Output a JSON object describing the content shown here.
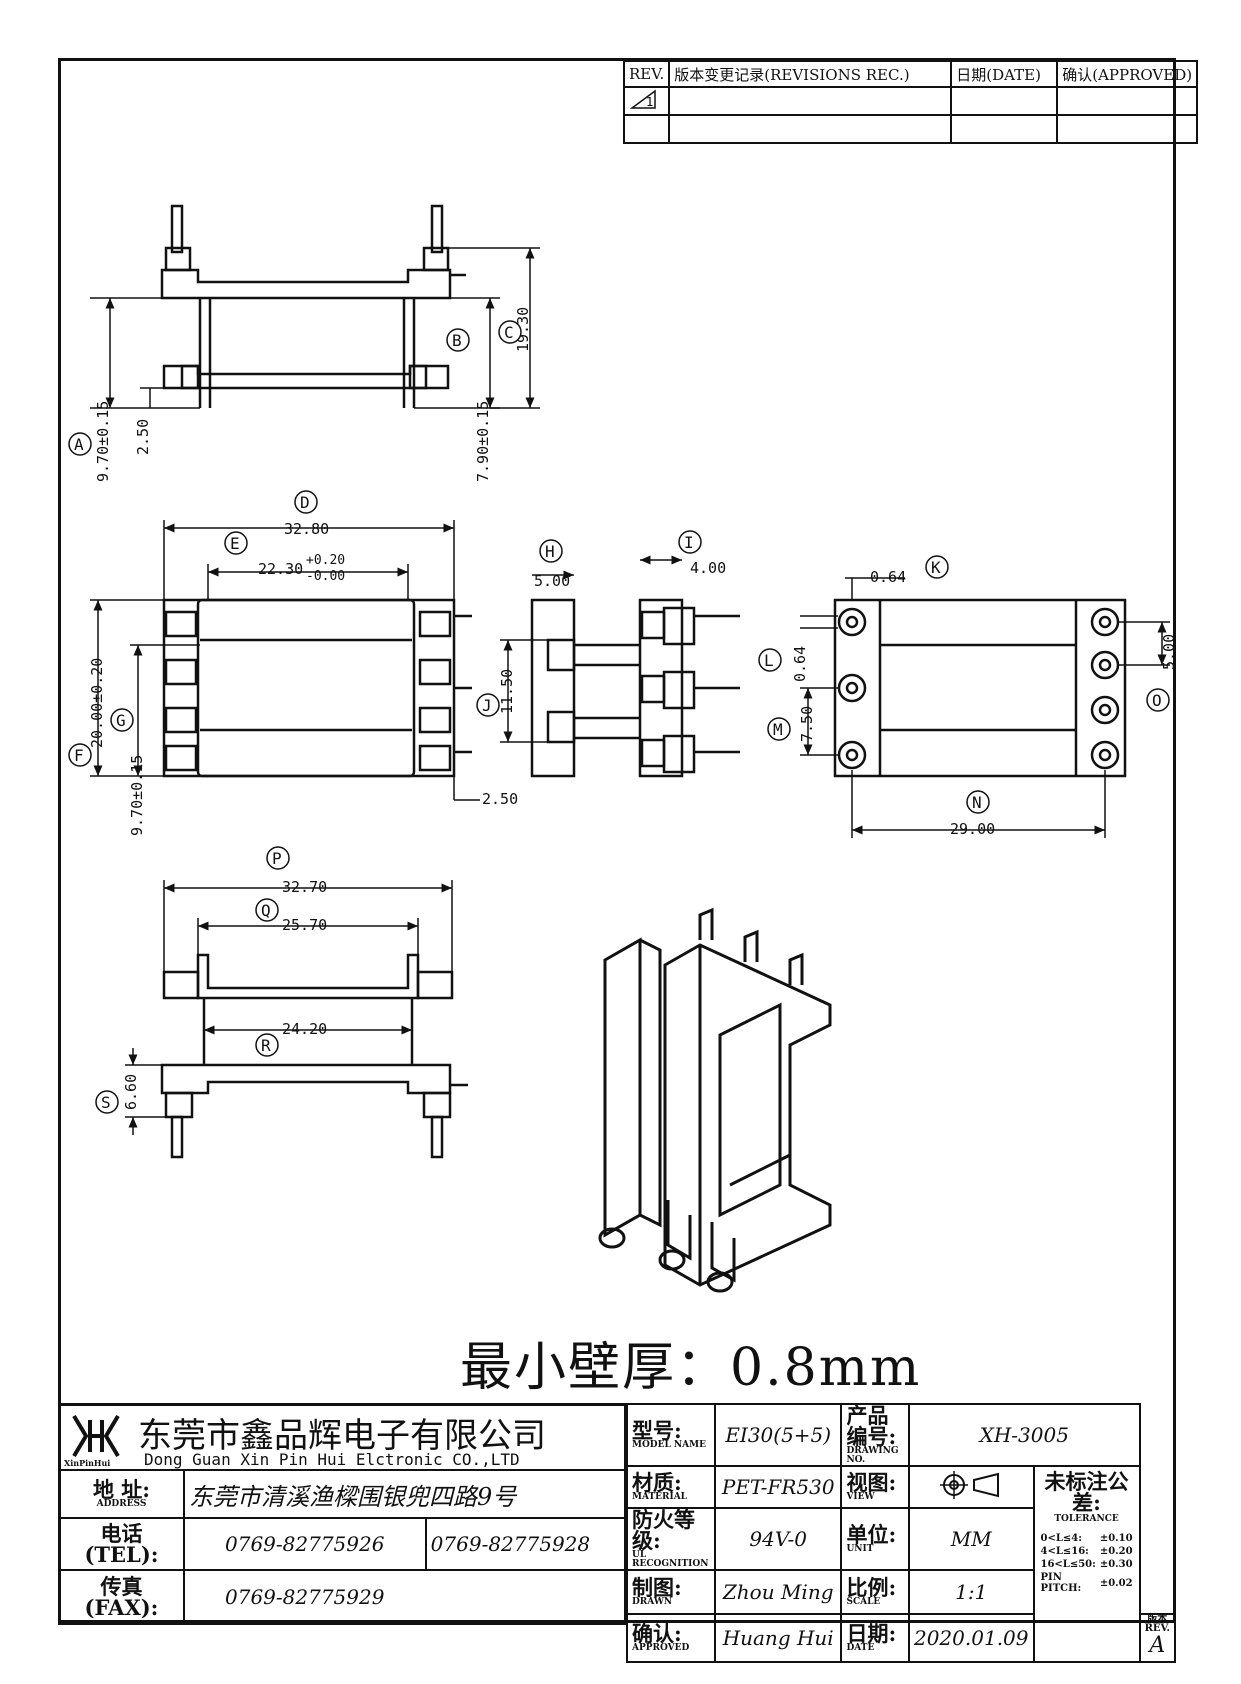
{
  "revisions": {
    "headers": {
      "rev": "REV.",
      "record": "版本变更记录(REVISIONS REC.)",
      "date": "日期(DATE)",
      "approved": "确认(APPROVED)"
    },
    "rev_symbol": "1"
  },
  "drawing": {
    "side_view": {
      "A": "9.70±0.15",
      "B": "7.90±0.15",
      "C": "19.30",
      "pin_offset": "2.50"
    },
    "top_view": {
      "D": "32.80",
      "E": "22.30",
      "E_tol_upper": "+0.20",
      "E_tol_lower": "-0.00",
      "F": "20.00±0.20",
      "G": "9.70±0.15",
      "pin_offset": "2.50"
    },
    "end_view": {
      "H": "5.00",
      "I": "4.00",
      "J": "11.50"
    },
    "bottom_view": {
      "K": "0.64",
      "L": "0.64",
      "M": "7.50",
      "N": "29.00",
      "O": "5.00"
    },
    "front_view": {
      "P": "32.70",
      "Q": "25.70",
      "R": "24.20",
      "S": "6.60"
    },
    "balloons": [
      "A",
      "B",
      "C",
      "D",
      "E",
      "F",
      "G",
      "H",
      "I",
      "J",
      "K",
      "L",
      "M",
      "N",
      "O",
      "P",
      "Q",
      "R",
      "S"
    ]
  },
  "min_wall_note": "最小壁厚：0.8mm",
  "title_block": {
    "company_cn": "东莞市鑫品辉电子有限公司",
    "company_en": "Dong Guan Xin Pin Hui Elctronic CO.,LTD",
    "logo_text": "XinPinHui",
    "address_label": "地 址:",
    "address_sub": "ADDRESS",
    "address": "东莞市清溪渔樑围银兜四路9号",
    "tel_label": "电话(TEL):",
    "tel1": "0769-82775926",
    "tel2": "0769-82775928",
    "fax_label": "传真(FAX):",
    "fax": "0769-82775929",
    "model_label": "型号:",
    "model_sub": "MODEL NAME",
    "model": "EI30(5+5)",
    "material_label": "材质:",
    "material_sub": "MATERIAL",
    "material": "PET-FR530",
    "ul_label": "防火等级:",
    "ul_sub": "UL RECOGNITION",
    "ul": "94V-0",
    "drawn_label": "制图:",
    "drawn_sub": "DRAWN",
    "drawn": "Zhou Ming",
    "approved_label": "确认:",
    "approved_sub": "APPROVED",
    "approved": "Huang Hui",
    "drawing_no_label": "产品编号:",
    "drawing_no_sub": "DRAWING NO.",
    "drawing_no": "XH-3005",
    "view_label": "视图:",
    "view_sub": "VIEW",
    "unit_label": "单位:",
    "unit_sub": "UNIT",
    "unit": "MM",
    "scale_label": "比例:",
    "scale_sub": "SCALE",
    "scale": "1:1",
    "date_label": "日期:",
    "date_sub": "DATE",
    "date": "2020.01.09",
    "tolerance_label": "未标注公差:",
    "tolerance_sub": "TOLERANCE",
    "tolerances": [
      {
        "range": "0<L≤4:",
        "value": "±0.10"
      },
      {
        "range": "4<L≤16:",
        "value": "±0.20"
      },
      {
        "range": "16<L≤50:",
        "value": "±0.30"
      },
      {
        "range": "PIN PITCH:",
        "value": "±0.02"
      }
    ],
    "rev_label": "版本REV.",
    "rev": "A"
  }
}
